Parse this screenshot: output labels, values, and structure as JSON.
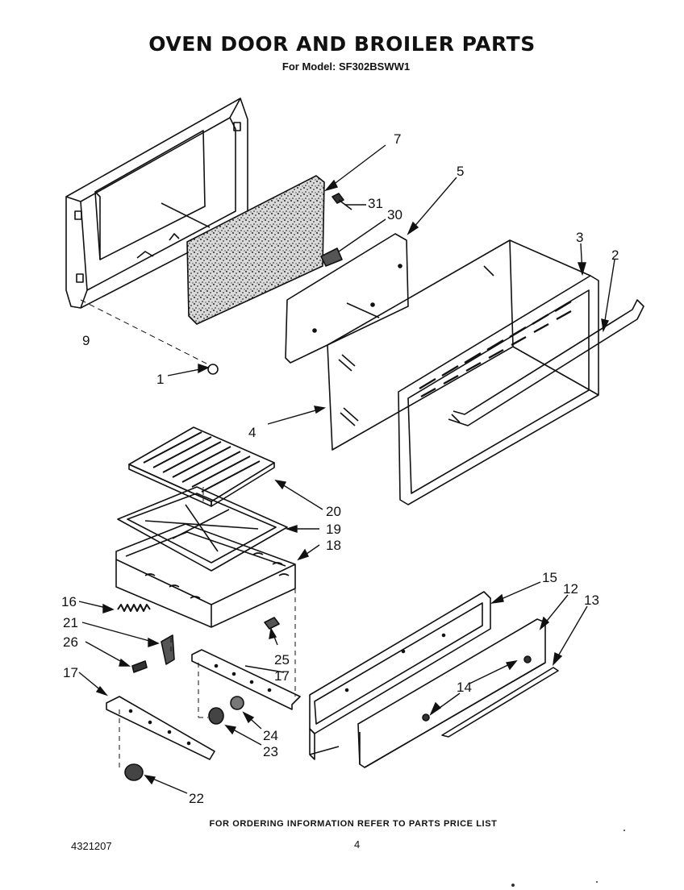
{
  "title": "OVEN DOOR AND BROILER PARTS",
  "subtitle": "For Model: SF302BSWW1",
  "footer_note": "FOR ORDERING INFORMATION REFER TO PARTS PRICE LIST",
  "doc_number": "4321207",
  "page_number": "4",
  "callouts": {
    "c1": "1",
    "c2": "2",
    "c3": "3",
    "c4": "4",
    "c5": "5",
    "c7": "7",
    "c9": "9",
    "c12": "12",
    "c13": "13",
    "c14": "14",
    "c15": "15",
    "c16": "16",
    "c17a": "17",
    "c17b": "17",
    "c18": "18",
    "c19": "19",
    "c20": "20",
    "c21": "21",
    "c22": "22",
    "c23": "23",
    "c24": "24",
    "c25": "25",
    "c26": "26",
    "c30": "30",
    "c31": "31"
  }
}
